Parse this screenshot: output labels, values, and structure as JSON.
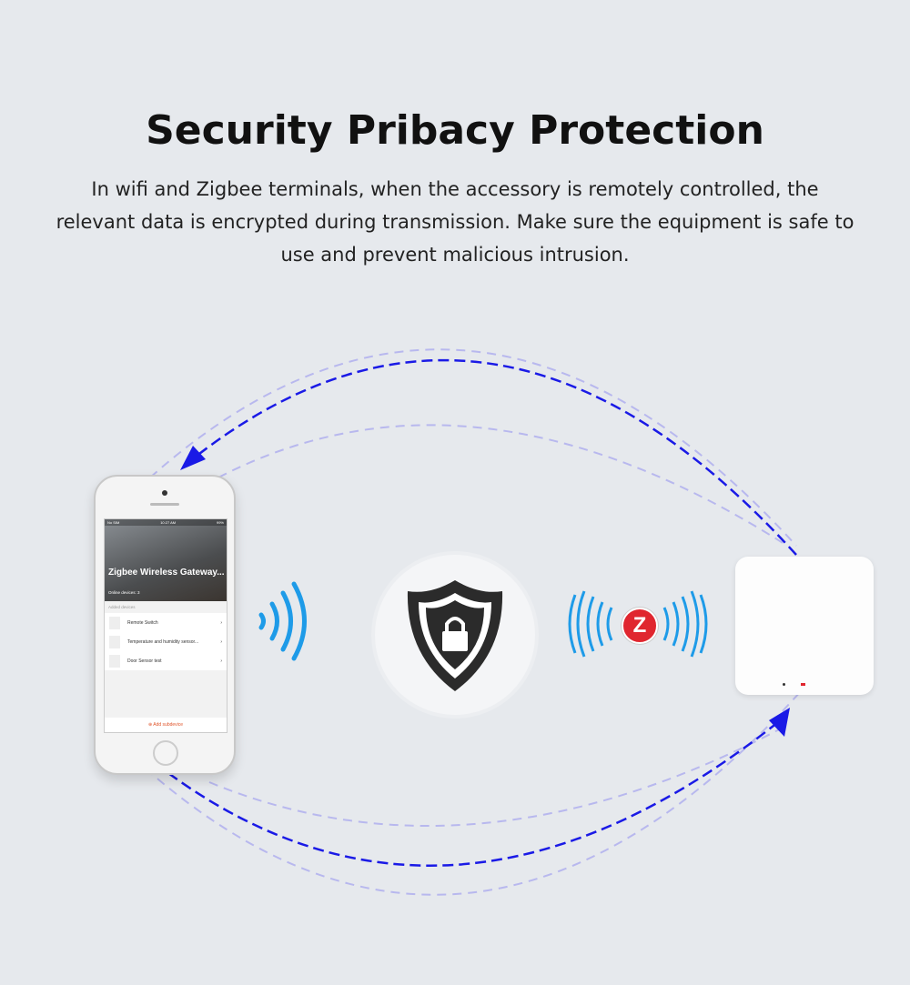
{
  "header": {
    "title": "Security Pribacy Protection",
    "description": "In wifi and Zigbee terminals, when the accessory is remotely controlled, the relevant data is encrypted during transmission. Make sure the equipment is safe to use and prevent malicious intrusion."
  },
  "phone_app": {
    "status": {
      "carrier": "No SIM",
      "time": "10:27 AM",
      "battery": "99%"
    },
    "gateway_name": "Zigbee Wireless Gateway...",
    "online_devices": "Online devices: 3",
    "section_label": "Added devices",
    "devices": [
      {
        "name": "Remote Switch"
      },
      {
        "name": "Temperature and humidity sensor..."
      },
      {
        "name": "Door Sensor test"
      }
    ],
    "add_button": "Add subdevice"
  },
  "icons": {
    "center": "shield-lock-icon",
    "wifi": "wifi-signal-icon",
    "zigbee": "zigbee-logo-icon"
  },
  "colors": {
    "arrow_dark": "#1a1ae6",
    "arrow_light": "#b8b8ee",
    "zigbee": "#e0262f",
    "accent": "#e0542a"
  }
}
